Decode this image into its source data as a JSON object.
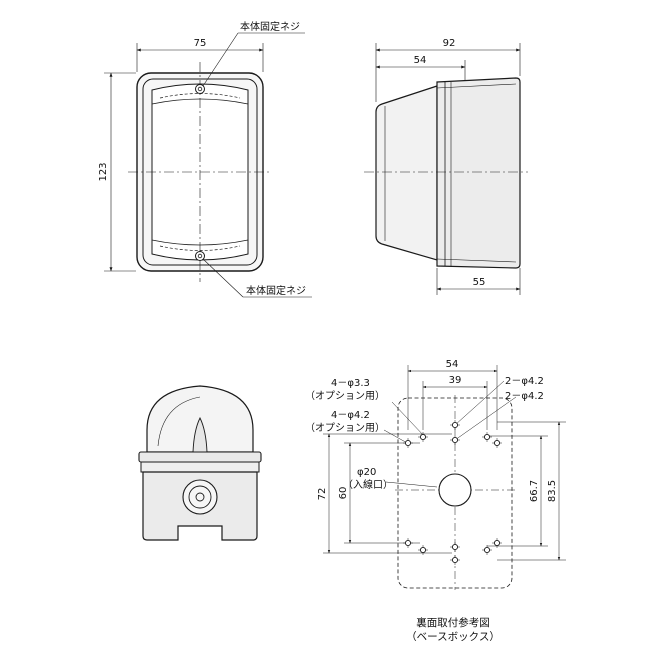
{
  "front_view": {
    "dim_width": "75",
    "dim_height": "123",
    "label_top_screw": "本体固定ネジ",
    "label_bottom_screw": "本体固定ネジ"
  },
  "side_view": {
    "dim_total": "92",
    "dim_partial": "54",
    "dim_base": "55"
  },
  "rear_view": {
    "dim_54": "54",
    "dim_39": "39",
    "hole_label_33": "4－φ3.3",
    "hole_label_33_note": "（オプション用）",
    "hole_label_42_left": "4－φ4.2",
    "hole_label_42_left_note": "（オプション用）",
    "hole_label_42_right_a": "2－φ4.2",
    "hole_label_42_right_b": "2－φ4.2",
    "inlet_label": "φ20",
    "inlet_note": "（入線口）",
    "dim_72": "72",
    "dim_60": "60",
    "dim_667": "66.7",
    "dim_835": "83.5",
    "caption_main": "裏面取付参考図",
    "caption_sub": "（ベースボックス）"
  },
  "colors": {
    "line": "#1a1a1a",
    "fill_light": "#f4f4f4",
    "fill_body": "#e9e9e9"
  }
}
